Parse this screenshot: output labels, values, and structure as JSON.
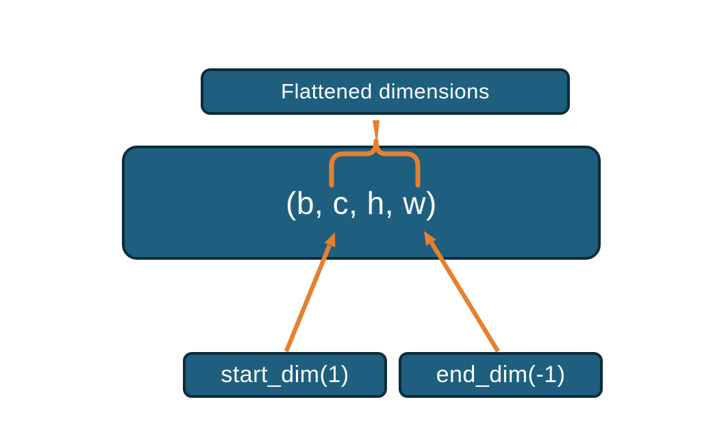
{
  "diagram": {
    "description": "Tensor flatten diagram showing which dimensions of (b, c, h, w) are flattened between start_dim(1) and end_dim(-1)",
    "title_node": {
      "label": "Flattened dimensions"
    },
    "tensor_node": {
      "label": "(b, c, h, w)"
    },
    "start_node": {
      "label": "start_dim(1)"
    },
    "end_node": {
      "label": "end_dim(-1)"
    },
    "colors": {
      "node_fill": "#1e5f7f",
      "node_border": "#0d2c3a",
      "accent_orange": "#e6802f",
      "label_text": "#fbfdfe",
      "background": "#ffffff"
    }
  }
}
